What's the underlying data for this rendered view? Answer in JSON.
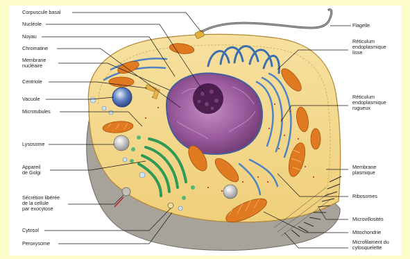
{
  "left_labels": [
    {
      "id": "corpuscule",
      "lines": [
        "Corpuscule basal"
      ]
    },
    {
      "id": "nucleole",
      "lines": [
        "Nucléole"
      ]
    },
    {
      "id": "noyau",
      "lines": [
        "Noyau"
      ]
    },
    {
      "id": "chromatine",
      "lines": [
        "Chromatine"
      ]
    },
    {
      "id": "membrane-nucleaire",
      "lines": [
        "Membrane",
        "nucléaire"
      ]
    },
    {
      "id": "centriole",
      "lines": [
        "Centriole"
      ]
    },
    {
      "id": "vacuole",
      "lines": [
        "Vacuole"
      ]
    },
    {
      "id": "microtubules",
      "lines": [
        "Microtubules"
      ]
    },
    {
      "id": "lysosome",
      "lines": [
        "Lysosome"
      ]
    },
    {
      "id": "golgi",
      "lines": [
        "Appareil",
        "de Golgi"
      ]
    },
    {
      "id": "secretion",
      "lines": [
        "Sécrétion libérée",
        "de la cellule",
        "par exocytose"
      ]
    },
    {
      "id": "cytosol",
      "lines": [
        "Cytosol"
      ]
    },
    {
      "id": "peroxysome",
      "lines": [
        "Peroxysome"
      ]
    }
  ],
  "right_labels": [
    {
      "id": "flagelle",
      "lines": [
        "Flagelle"
      ]
    },
    {
      "id": "rel",
      "lines": [
        "Réticulum",
        "endoplasmique",
        "lisse"
      ]
    },
    {
      "id": "rer",
      "lines": [
        "Réticulum",
        "endoplasmique",
        "rugueux"
      ]
    },
    {
      "id": "membrane-plasmique",
      "lines": [
        "Membrane",
        "plasmique"
      ]
    },
    {
      "id": "ribosomes",
      "lines": [
        "Ribosomes"
      ]
    },
    {
      "id": "microvillosites",
      "lines": [
        "Microvillosités"
      ]
    },
    {
      "id": "mitochondrie",
      "lines": [
        "Mitochondrie"
      ]
    },
    {
      "id": "microfilament",
      "lines": [
        "Microfilament du",
        "cytosquelette"
      ]
    }
  ],
  "colors": {
    "background": "#fcfcca",
    "cytoplasm": "#f3d98a",
    "cell_lower": "#a7a39b",
    "nucleus": "#8c4a8f",
    "nucleolus": "#4b1e4e",
    "er": "#3c6fb0",
    "golgi": "#2f9a55",
    "mitochondria": "#e07a20"
  }
}
